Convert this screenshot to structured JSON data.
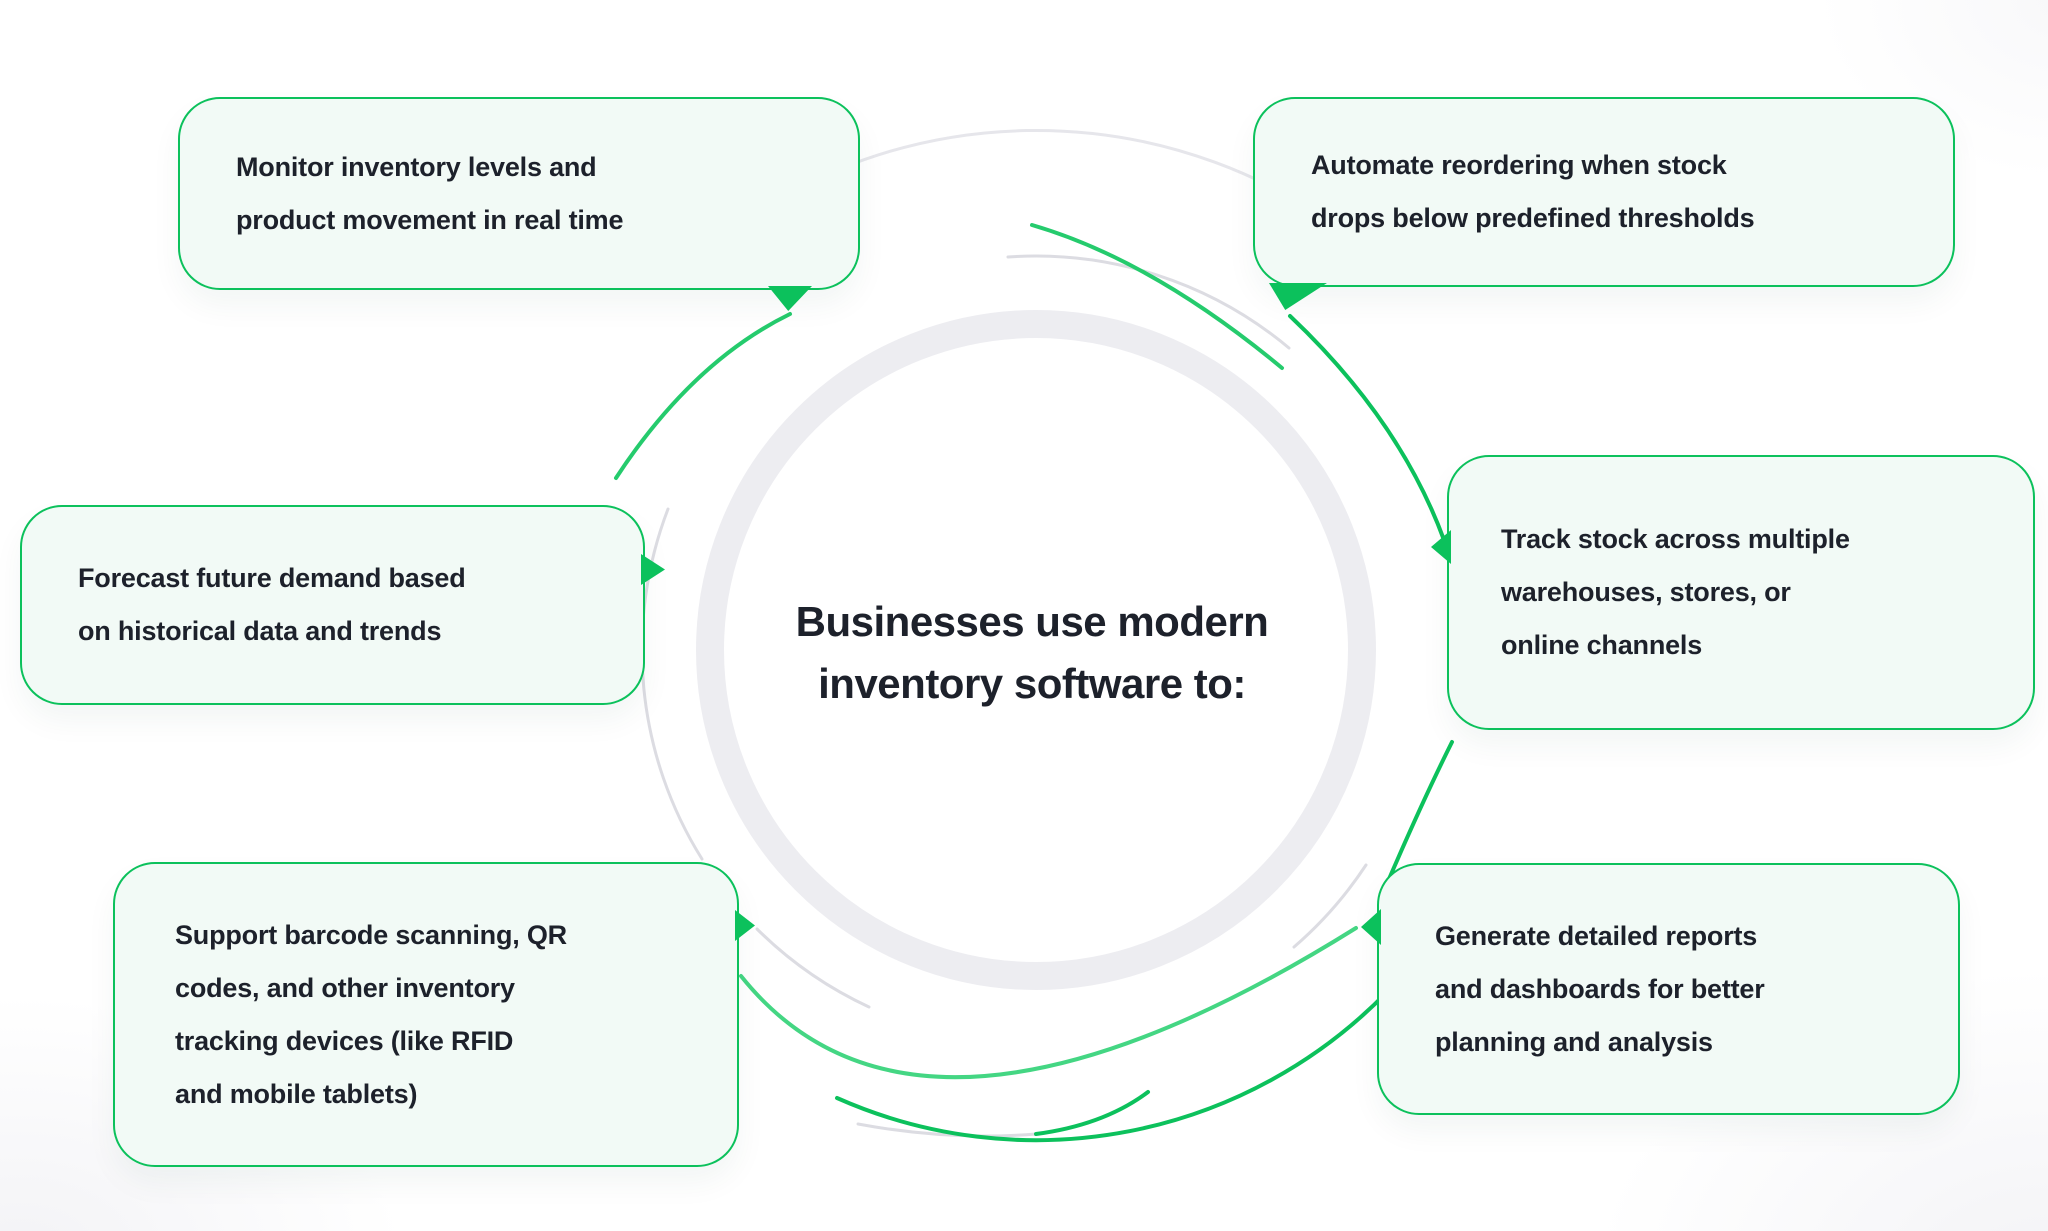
{
  "colors": {
    "accent_green": "#0cc15c",
    "arc_green_medium": "#25cb6d",
    "arc_green_light": "#44d683",
    "ring_gray": "#ededf1",
    "circle_gray": "#e6e6eb",
    "thin_arc_gray": "#dcdce2",
    "callout_fill": "#f2faf6",
    "text_dark": "#1d212b",
    "background_wash": "#f3f3f6"
  },
  "center": {
    "title_line1": "Businesses use modern",
    "title_line2": "inventory software to:"
  },
  "callouts": [
    {
      "id": "monitor",
      "text": "Monitor inventory levels and\nproduct movement in real time"
    },
    {
      "id": "automate",
      "text": "Automate reordering when stock\ndrops below predefined thresholds"
    },
    {
      "id": "forecast",
      "text": "Forecast future demand based\non historical data and trends"
    },
    {
      "id": "track",
      "text": "Track stock across multiple\nwarehouses, stores, or\nonline channels"
    },
    {
      "id": "support",
      "text": "Support barcode scanning, QR\ncodes, and other inventory\ntracking devices (like RFID\nand mobile tablets)"
    },
    {
      "id": "generate",
      "text": "Generate detailed reports\nand dashboards for better\nplanning and analysis"
    }
  ]
}
